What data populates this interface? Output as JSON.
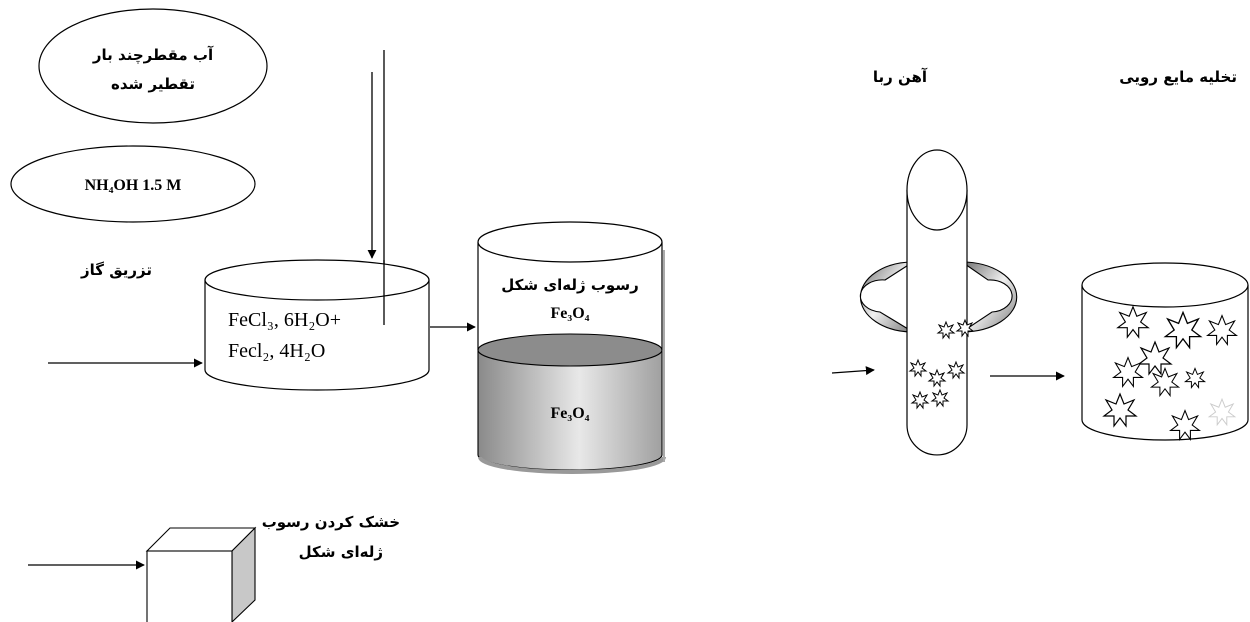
{
  "labels": {
    "distilled_water_line1": "آب مقطرچند بار",
    "distilled_water_line2": "تقطیر شده",
    "ammonia": "NH₄OH 1.5 M",
    "gas_injection": "تزریق گاز",
    "reactor_line1": "FeCl₃, 6H₂O+",
    "reactor_line2": "Fecl₂, 4H₂O",
    "gel_precipitate": "رسوب ژله‌ای شکل",
    "gel_formula": "Fe₃O₄",
    "settled_formula": "Fe₃O₄",
    "magnet": "آهن ربا",
    "supernatant_discharge": "تخلیه مایع رویی",
    "drying_line1": "خشک کردن رسوب",
    "drying_line2": "ژله‌ای شکل"
  },
  "colors": {
    "magnet_gradient_dark": "#777777",
    "magnet_gradient_light": "#f2f2f2",
    "precipitate_dark": "#8a8a8a",
    "precipitate_light": "#e8e8e8",
    "cube_side": "#c8c8c8"
  }
}
